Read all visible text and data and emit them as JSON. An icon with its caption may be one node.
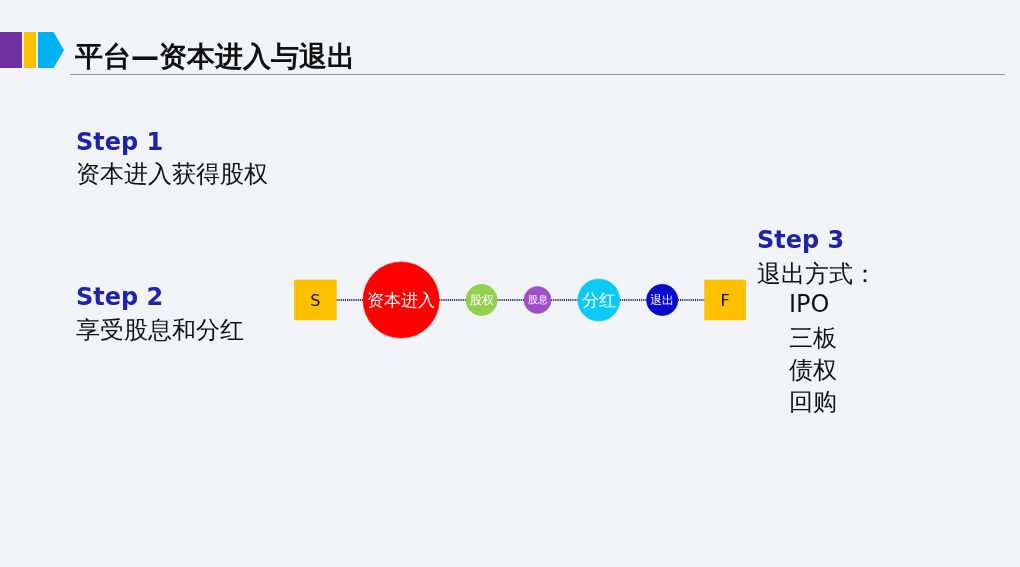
{
  "diagram": {
    "title": "平台—资本进入与退出",
    "nodes": [
      {
        "text": [
          "S"
        ]
      },
      {
        "text": [
          "资本进入"
        ]
      },
      {
        "text": [
          "股权"
        ]
      },
      {
        "text": [
          "股息"
        ]
      },
      {
        "text": [
          "分红"
        ]
      },
      {
        "text": [
          "退出"
        ]
      },
      {
        "text": [
          "F"
        ]
      }
    ],
    "edges": [
      {
        "from": 0,
        "to": 1,
        "arrow": "none",
        "style": "dashed"
      },
      {
        "from": 1,
        "to": 2,
        "arrow": "none",
        "style": "dashed"
      },
      {
        "from": 2,
        "to": 3,
        "arrow": "none",
        "style": "dashed"
      },
      {
        "from": 3,
        "to": 4,
        "arrow": "none",
        "style": "dashed"
      },
      {
        "from": 4,
        "to": 5,
        "arrow": "none",
        "style": "dashed"
      },
      {
        "from": 5,
        "to": 6,
        "arrow": "none",
        "style": "dashed"
      }
    ],
    "labels": [
      "Step 1",
      "资本进入获得股权",
      "Step 2",
      "享受股息和分红",
      "Step 3",
      "退出方式：",
      "IPO",
      "三板",
      "债权",
      "回购"
    ]
  }
}
